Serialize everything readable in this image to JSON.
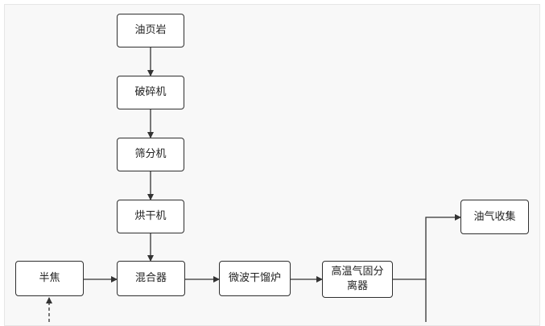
{
  "colors": {
    "stroke": "#333333",
    "node_fill": "#ffffff",
    "background": "#f8f8f8"
  },
  "nodes": {
    "oil_shale": "油页岩",
    "crusher": "破碎机",
    "sieve": "筛分机",
    "dryer": "烘干机",
    "semi_coke": "半焦",
    "mixer": "混合器",
    "microwave_retort": "微波干馏炉",
    "separator": "高温气固分离器",
    "oil_gas_collection": "油气收集"
  }
}
